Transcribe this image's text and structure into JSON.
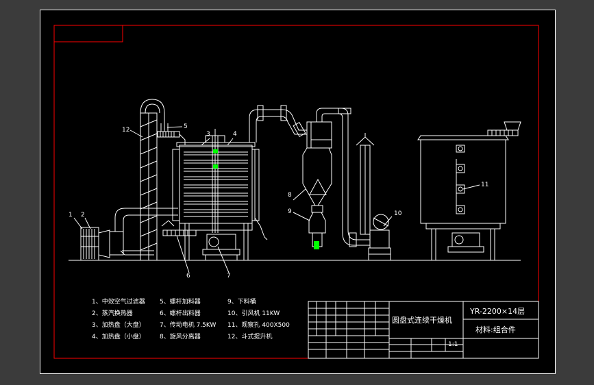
{
  "legend": {
    "col1": [
      "1、中效空气过滤器",
      "2、蒸汽换热器",
      "3、加热盘（大盘）",
      "4、加热盘（小盘）"
    ],
    "col2": [
      "5、螺杆加料器",
      "6、螺杆出料器",
      "7、传动电机 7.5KW",
      "8、旋风分离器"
    ],
    "col3": [
      "9、下料桶",
      "10、引风机  11KW",
      "11、观察孔  400X500",
      "12、斗式提升机"
    ]
  },
  "callouts": [
    "1",
    "2",
    "3",
    "4",
    "5",
    "6",
    "7",
    "8",
    "9",
    "10",
    "11",
    "12"
  ],
  "title_block": {
    "name": "圆盘式连续干燥机",
    "model": "YR-2200×14层",
    "material": "材料:组合件",
    "scale": "1:1"
  },
  "colors": {
    "background": "#000000",
    "surround": "#3b3b3b",
    "lines": "#ffffff",
    "border": "#ff0000",
    "accent": "#00ff00"
  }
}
